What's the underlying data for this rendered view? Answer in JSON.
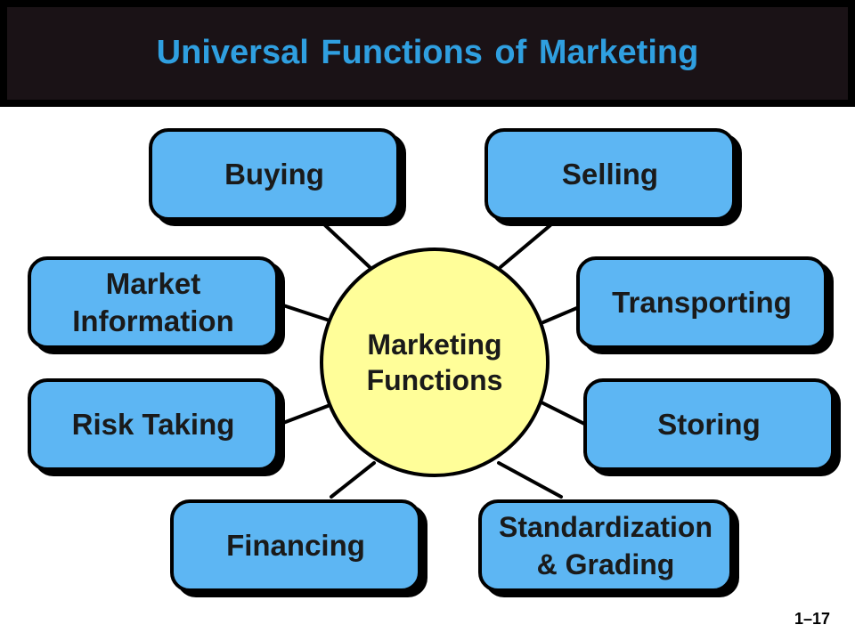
{
  "title": "Universal Functions of Marketing",
  "hub": {
    "line1": "Marketing",
    "line2": "Functions"
  },
  "functions": {
    "buying": "Buying",
    "selling": "Selling",
    "market_information_1": "Market",
    "market_information_2": "Information",
    "transporting": "Transporting",
    "risk_taking": "Risk Taking",
    "storing": "Storing",
    "financing": "Financing",
    "standardization_1": "Standardization",
    "standardization_2": "& Grading"
  },
  "slide_number": "1–17",
  "colors": {
    "box_fill": "#5db6f3",
    "hub_fill": "#fffe99",
    "title": "#2f9fe0",
    "header_bg": "#1a1216"
  }
}
